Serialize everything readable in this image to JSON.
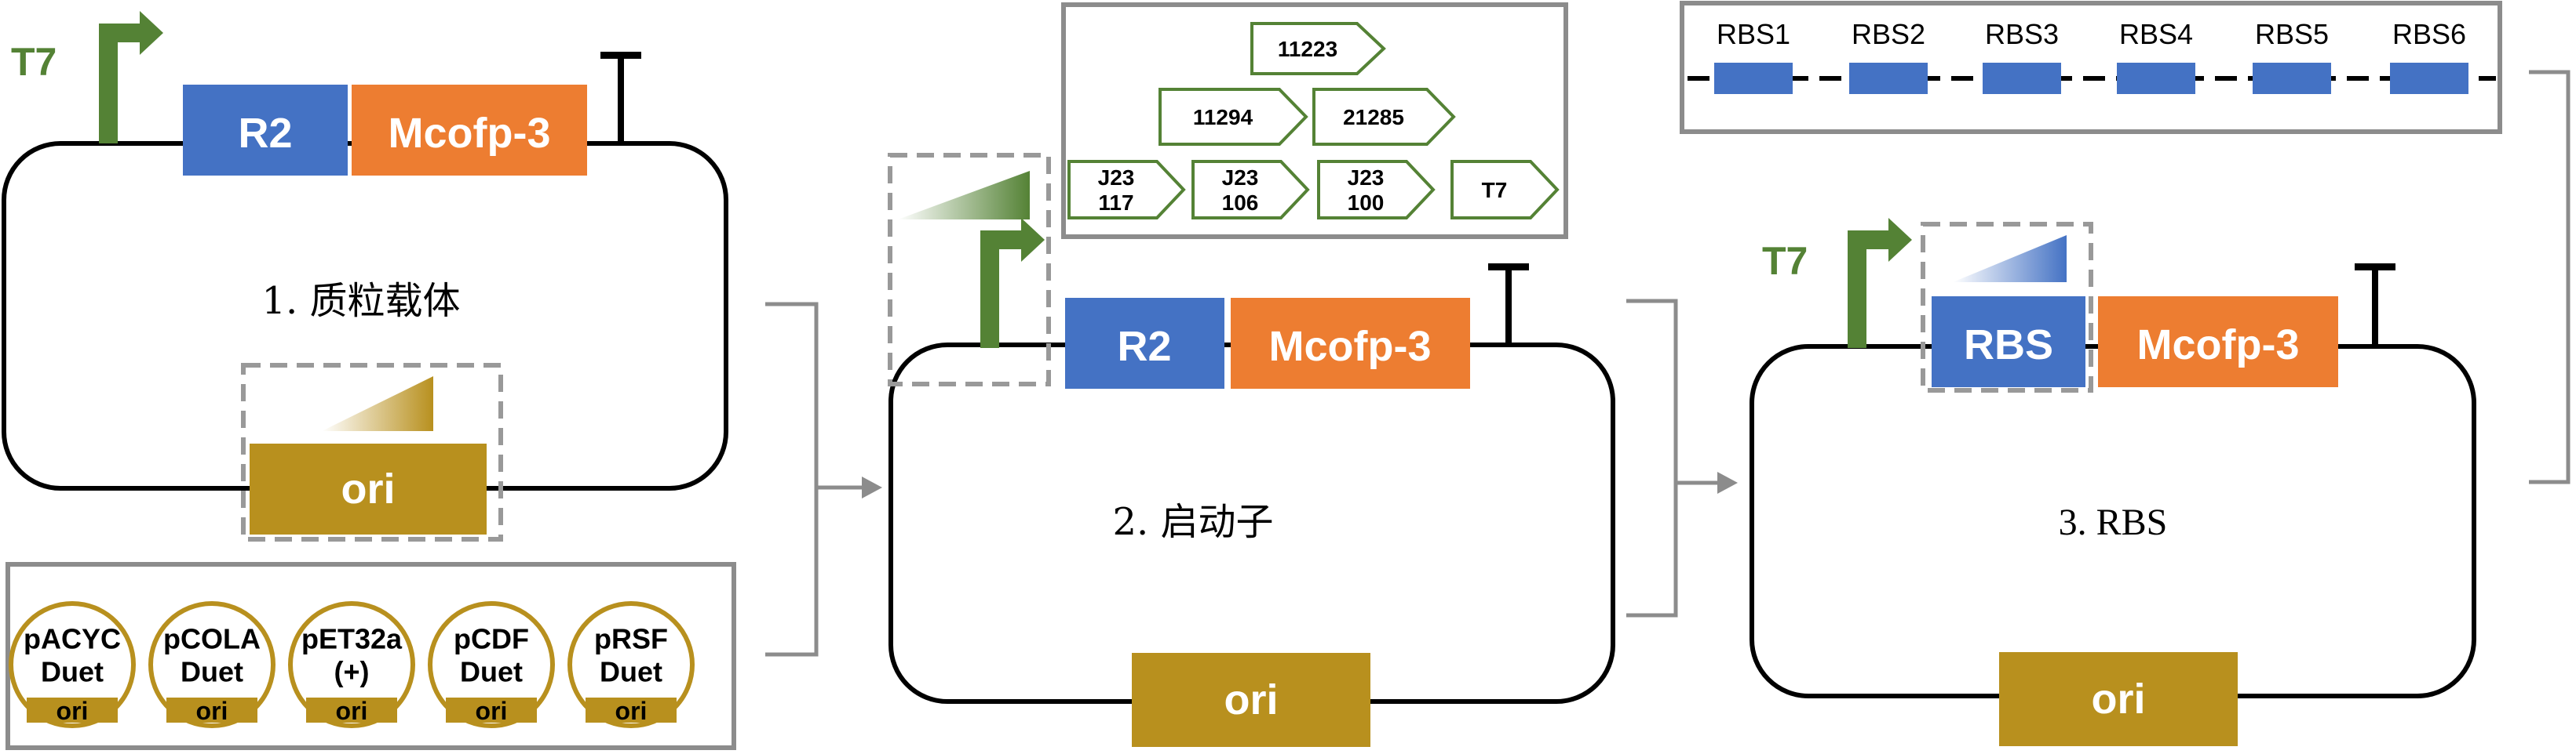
{
  "colors": {
    "promoter": "#548235",
    "rbs_gene": "#4472c4",
    "reporter": "#ed7d31",
    "ori": "#b8901e",
    "dashed_box": "#999999",
    "panel_border": "#8c8c8c",
    "line": "#000000"
  },
  "panel1": {
    "t7_label": "T7",
    "r2_label": "R2",
    "reporter_label": "Mcofp-3",
    "step_label": "1. 质粒载体",
    "ori_label": "ori",
    "origins": [
      {
        "name": "pACYC\nDuet",
        "ori": "ori"
      },
      {
        "name": "pCOLA\nDuet",
        "ori": "ori"
      },
      {
        "name": "pET32a\n(+)",
        "ori": "ori"
      },
      {
        "name": "pCDF\nDuet",
        "ori": "ori"
      },
      {
        "name": "pRSF\nDuet",
        "ori": "ori"
      }
    ]
  },
  "panel2": {
    "r2_label": "R2",
    "reporter_label": "Mcofp-3",
    "step_label": "2. 启动子",
    "ori_label": "ori",
    "promoters": [
      {
        "label": "11223"
      },
      {
        "label": "11294"
      },
      {
        "label": "21285"
      },
      {
        "label": "J23\n117"
      },
      {
        "label": "J23\n106"
      },
      {
        "label": "J23\n100"
      },
      {
        "label": "T7"
      }
    ]
  },
  "panel3": {
    "t7_label": "T7",
    "rbs_label": "RBS",
    "reporter_label": "Mcofp-3",
    "step_label": "3. RBS",
    "ori_label": "ori",
    "rbs_variants": [
      "RBS1",
      "RBS2",
      "RBS3",
      "RBS4",
      "RBS5",
      "RBS6"
    ]
  }
}
